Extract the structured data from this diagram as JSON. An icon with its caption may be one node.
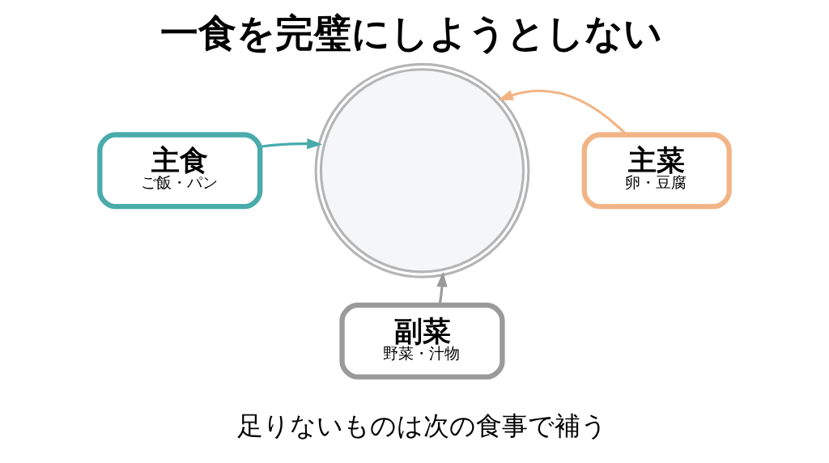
{
  "diagram": {
    "title": "一食を完璧にしようとしない",
    "caption": "足りないものは次の食事で補う",
    "nodes": [
      {
        "text": [
          "主食",
          "ご飯・パン"
        ]
      },
      {
        "text": [],
        "shape": "circle"
      },
      {
        "text": [
          "主菜",
          "卵・豆腐"
        ]
      },
      {
        "text": [
          "副菜",
          "野菜・汁物"
        ]
      }
    ],
    "edges": [
      {
        "from": 0,
        "to": 1,
        "arrow": "to",
        "color": "#4aabab"
      },
      {
        "from": 2,
        "to": 1,
        "arrow": "to",
        "color": "#f2b486"
      },
      {
        "from": 3,
        "to": 1,
        "arrow": "to",
        "color": "#9a9a9a"
      }
    ]
  }
}
